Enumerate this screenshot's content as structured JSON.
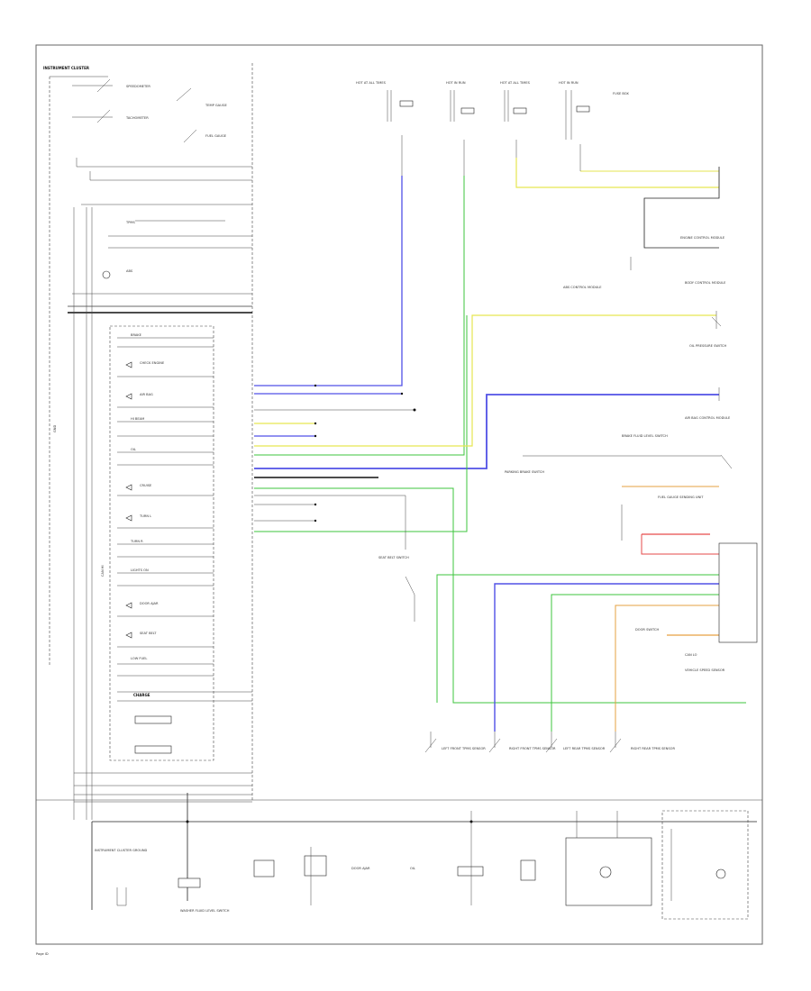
{
  "diagram": {
    "main_title": "INSTRUMENT CLUSTER",
    "footer_code": "Page ID",
    "wire_colors": {
      "blue": "#4a4ae6",
      "green": "#3cc43c",
      "yellow": "#e6e650",
      "black": "#111111",
      "gray": "#888888",
      "red": "#e64a4a",
      "orange": "#e6a040"
    },
    "labels": {
      "speedometer": "SPEEDOMETER",
      "tachometer": "TACHOMETER",
      "temp_gauge": "TEMP GAUGE",
      "fuel_gauge": "FUEL GAUGE",
      "tpms_ind": "TPMS",
      "abs": "ABS",
      "brake": "BRAKE",
      "check_engine": "CHECK ENGINE",
      "airbag": "AIR BAG",
      "hi_beam": "HI BEAM",
      "oil": "OIL",
      "cruise": "CRUISE",
      "turn_l": "TURN L",
      "turn_r": "TURN R",
      "lights_on": "LIGHTS ON",
      "door_ajar": "DOOR AJAR",
      "seat_belt": "SEAT BELT",
      "lo_fuel": "LOW FUEL",
      "charge": "CHARGE",
      "ground_lbl": "GND",
      "can_hi": "CAN HI",
      "can_lo": "CAN LO",
      "lf_tpms": "LEFT FRONT TPMS SENSOR",
      "rf_tpms": "RIGHT FRONT TPMS SENSOR",
      "lr_tpms": "LEFT REAR TPMS SENSOR",
      "rr_tpms": "RIGHT REAR TPMS SENSOR",
      "fuse_1": "HOT AT ALL TIMES",
      "fuse_2": "HOT IN RUN",
      "fuse_3": "HOT AT ALL TIMES",
      "fuse_4": "HOT IN RUN",
      "fuse_box": "FUSE BOX",
      "engine_ctrl": "ENGINE CONTROL MODULE",
      "bcm": "BODY CONTROL MODULE",
      "abs_module": "ABS CONTROL MODULE",
      "airbag_module": "AIR BAG CONTROL MODULE",
      "oil_switch": "OIL PRESSURE SWITCH",
      "brake_switch": "BRAKE FLUID LEVEL SWITCH",
      "parking_brake": "PARKING BRAKE SWITCH",
      "fuel_sender": "FUEL GAUGE SENDING UNIT",
      "seat_belt_sw": "SEAT BELT SWITCH",
      "door_sw": "DOOR SWITCH",
      "washer": "WASHER FLUID LEVEL SWITCH",
      "speed_sensor": "VEHICLE SPEED SENSOR",
      "cluster_ground": "INSTRUMENT CLUSTER GROUND"
    }
  }
}
